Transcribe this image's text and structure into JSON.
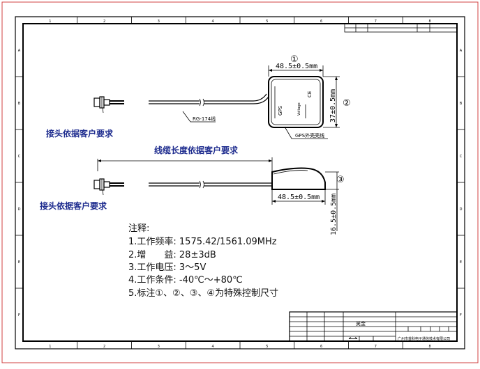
{
  "frame": {
    "col_labels": [
      "1",
      "2",
      "3",
      "4",
      "5",
      "6",
      "7",
      "8"
    ],
    "row_labels": [
      "A",
      "B",
      "C",
      "D",
      "E",
      "F"
    ]
  },
  "diagram": {
    "connector_label_top": "接头依据客户要求",
    "connector_label_bottom": "接头依据客户要求",
    "cable_length_label": "线缆长度依据客户要求",
    "cable_type_label": "RG-174线",
    "gps_housing_label": "GPS外壳壳线",
    "marker_1": "①",
    "marker_2": "②",
    "marker_3": "③",
    "dim_width_top": "48.5±0.5mm",
    "dim_height_right": "37±0.5mm",
    "dim_width_bottom": "48.5±0.5mm",
    "dim_height_side": "16.5±0.5mm",
    "antenna_text_1": "GPS",
    "antenna_text_2": "Voltage",
    "antenna_text_3": "CE"
  },
  "notes": {
    "title": "注释:",
    "lines": [
      "1.工作频率: 1575.42/1561.09MHz",
      "2.增　　益: 28±3dB",
      "3.工作电压: 3～5V",
      "4.工作条件: -40℃～+80℃",
      "5.标注①、②、③、④为特殊控制尺寸"
    ]
  },
  "title_block": {
    "value": "吴金",
    "company": "广州市首科电子通信技术有限公司"
  }
}
